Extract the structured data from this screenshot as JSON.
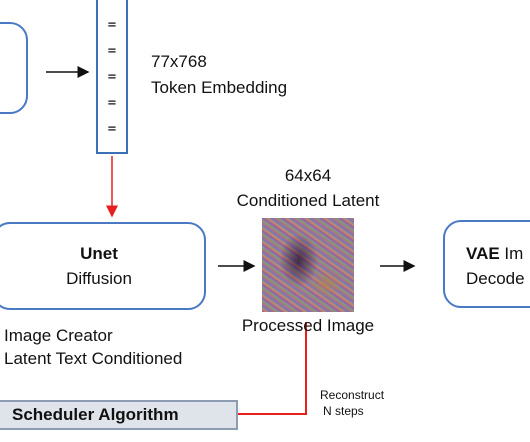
{
  "token_embedding": {
    "glyphs": [
      "=",
      "=",
      "=",
      "=",
      "="
    ],
    "size_label": "77x768",
    "label": "Token Embedding"
  },
  "unet": {
    "title": "Unet",
    "subtitle": "Diffusion",
    "caption_line1": "Image Creator",
    "caption_line2": "Latent Text Conditioned"
  },
  "latent": {
    "size_label": "64x64",
    "label": "Conditioned Latent",
    "caption": "Processed Image"
  },
  "vae": {
    "title": "VAE",
    "title_rest": " Im",
    "subtitle": "Decode"
  },
  "scheduler": {
    "label": "Scheduler Algorithm",
    "note_line1": "Reconstruct",
    "note_line2": "N steps"
  },
  "colors": {
    "box_border": "#4a79c4",
    "red_connector": "#e8201c",
    "arrow": "#111111",
    "scheduler_fill": "#dfe3ea"
  }
}
